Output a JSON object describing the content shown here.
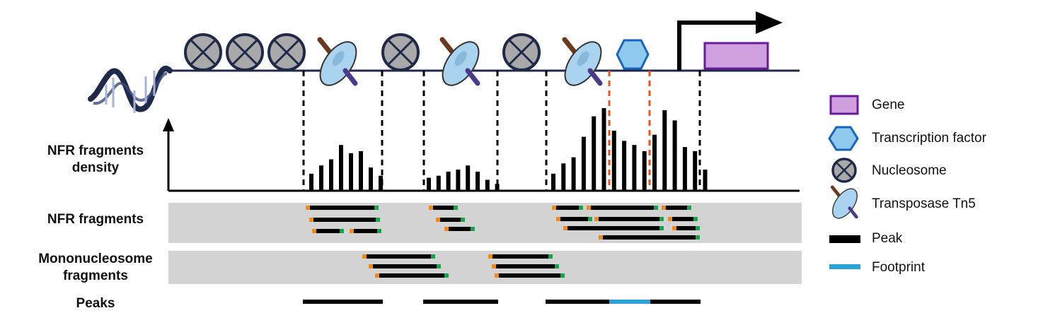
{
  "rows": {
    "density_label_line1": "NFR fragments",
    "density_label_line2": "density",
    "nfr_label": "NFR fragments",
    "mono_label_line1": "Mononucleosome",
    "mono_label_line2": "fragments",
    "peaks_label": "Peaks"
  },
  "legend": {
    "gene": "Gene",
    "tf": "Transcription factor",
    "nucleosome": "Nucleosome",
    "tn5": "Transposase Tn5",
    "peak": "Peak",
    "footprint": "Footprint"
  },
  "colors": {
    "gene_fill": "#cf9fe0",
    "gene_stroke": "#6a1b9a",
    "tf_fill": "#8fc9ee",
    "tf_stroke": "#1565c0",
    "nucleosome_fill": "#a9a9a9",
    "nucleosome_stroke": "#1f2a4a",
    "tn5_fill": "#a9d3ee",
    "track_bg": "#d3d3d3",
    "end_left": "#f08a1c",
    "end_right": "#1aa34a",
    "footprint": "#29a3d6",
    "cut_line": "#e8531e"
  },
  "density_groups": [
    [
      8,
      12,
      15,
      22,
      18,
      19,
      11,
      7
    ],
    [
      6,
      7,
      9,
      10,
      12,
      9,
      5,
      3
    ],
    [
      8,
      13,
      16,
      26,
      36,
      40,
      29,
      24,
      22,
      19,
      27,
      39,
      34,
      21,
      19,
      10
    ]
  ]
}
